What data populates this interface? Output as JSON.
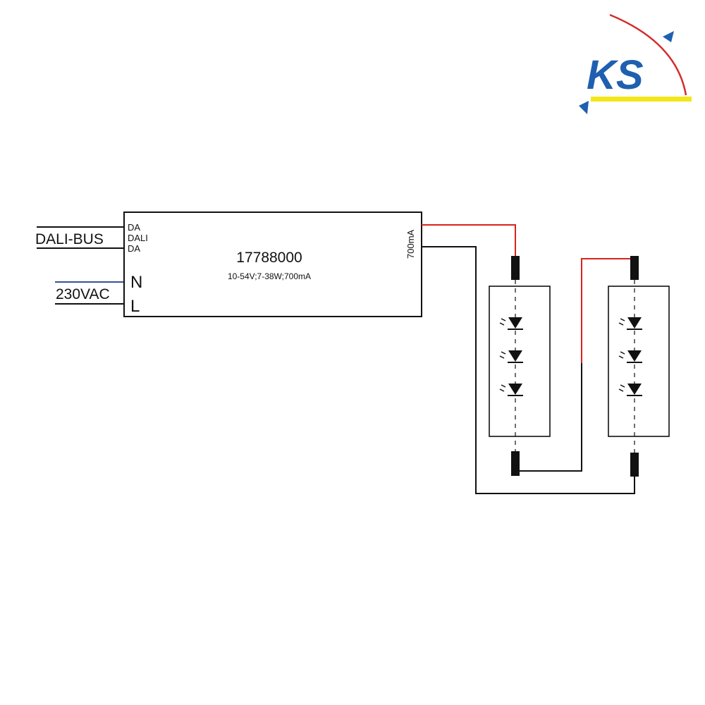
{
  "logo": {
    "text": "KS",
    "colors": {
      "blue": "#1f5fb0",
      "red": "#d42b2b",
      "yellow": "#f3e61a"
    }
  },
  "inputs": {
    "dali_bus_label": "DALI-BUS",
    "mains_label": "230VAC"
  },
  "driver": {
    "terminals_left": [
      "DA",
      "DALI",
      "DA"
    ],
    "terminal_n": "N",
    "terminal_l": "L",
    "model": "17788000",
    "spec": "10-54V;7-38W;700mA",
    "output_label": "700mA"
  },
  "modules": [
    {
      "led_count": 3
    },
    {
      "led_count": 3
    }
  ],
  "wire_colors": {
    "positive": "#d9231e",
    "negative": "#111111"
  }
}
